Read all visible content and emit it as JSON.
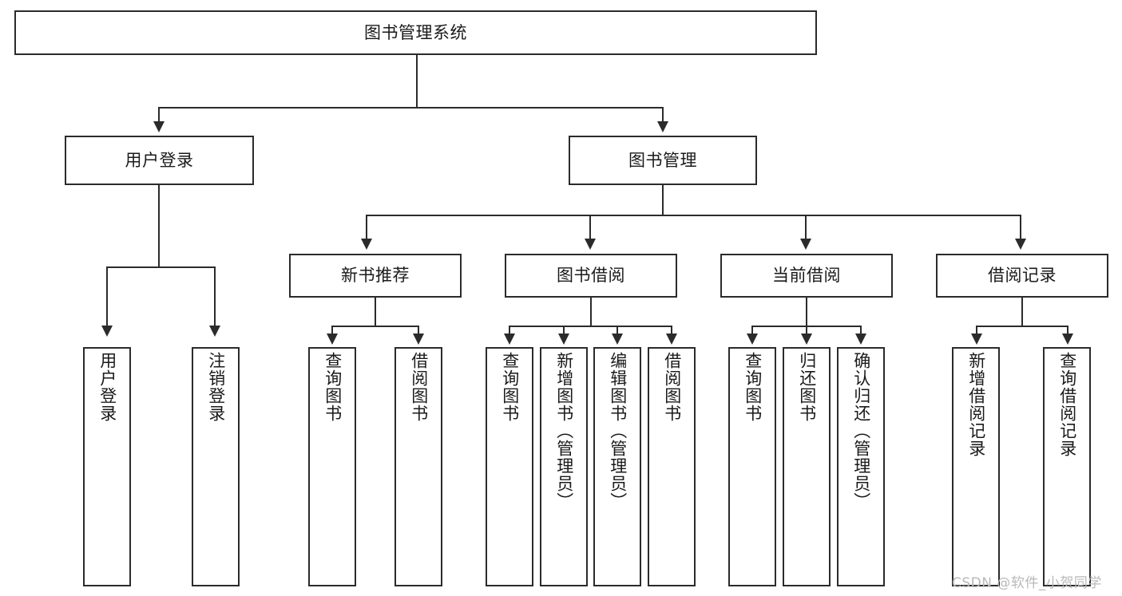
{
  "diagram": {
    "title": "图书管理系统",
    "type": "功能结构图",
    "root": {
      "label": "图书管理系统"
    },
    "level1": [
      {
        "id": "user-login",
        "label": "用户登录"
      },
      {
        "id": "book-manage",
        "label": "图书管理"
      }
    ],
    "level2": [
      {
        "id": "new-book-recommend",
        "label": "新书推荐",
        "parent": "book-manage"
      },
      {
        "id": "book-borrow",
        "label": "图书借阅",
        "parent": "book-manage"
      },
      {
        "id": "current-borrow",
        "label": "当前借阅",
        "parent": "book-manage"
      },
      {
        "id": "borrow-record",
        "label": "借阅记录",
        "parent": "book-manage"
      }
    ],
    "leaves": {
      "user-login": [
        {
          "id": "leaf-user-login",
          "label": "用户登录"
        },
        {
          "id": "leaf-user-logout",
          "label": "注销登录"
        }
      ],
      "new-book-recommend": [
        {
          "id": "leaf-query-book-1",
          "label": "查询图书"
        },
        {
          "id": "leaf-borrow-book-1",
          "label": "借阅图书"
        }
      ],
      "book-borrow": [
        {
          "id": "leaf-query-book-2",
          "label": "查询图书"
        },
        {
          "id": "leaf-add-book",
          "label": "新增图书（管理员）"
        },
        {
          "id": "leaf-edit-book",
          "label": "编辑图书（管理员）"
        },
        {
          "id": "leaf-borrow-book-2",
          "label": "借阅图书"
        }
      ],
      "current-borrow": [
        {
          "id": "leaf-query-book-3",
          "label": "查询图书"
        },
        {
          "id": "leaf-return-book",
          "label": "归还图书"
        },
        {
          "id": "leaf-confirm-return",
          "label": "确认归还（管理员）"
        }
      ],
      "borrow-record": [
        {
          "id": "leaf-add-record",
          "label": "新增借阅记录"
        },
        {
          "id": "leaf-query-record",
          "label": "查询借阅记录"
        }
      ]
    }
  },
  "watermark": {
    "text": "CSDN @软件_小贺同学",
    "color": "#b9b9b9"
  },
  "colors": {
    "stroke": "#2b2b2b",
    "fill": "#ffffff",
    "text": "#1a1a1a"
  }
}
